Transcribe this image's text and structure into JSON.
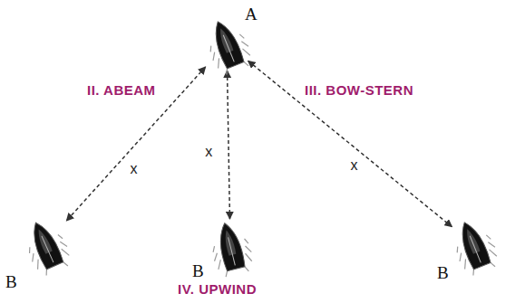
{
  "diagram": {
    "nodes": [
      {
        "text": [
          "A"
        ]
      },
      {
        "text": [
          "B"
        ]
      },
      {
        "text": [
          "B"
        ]
      },
      {
        "text": [
          "B"
        ]
      }
    ],
    "edges": [
      {
        "from": 0,
        "to": 1,
        "arrow": "both",
        "label": "x"
      },
      {
        "from": 0,
        "to": 2,
        "arrow": "both",
        "label": "x"
      },
      {
        "from": 0,
        "to": 3,
        "arrow": "both",
        "label": "x"
      }
    ],
    "labels": [
      "II. ABEAM",
      "III. BOW-STERN",
      "IV. UPWIND"
    ]
  }
}
